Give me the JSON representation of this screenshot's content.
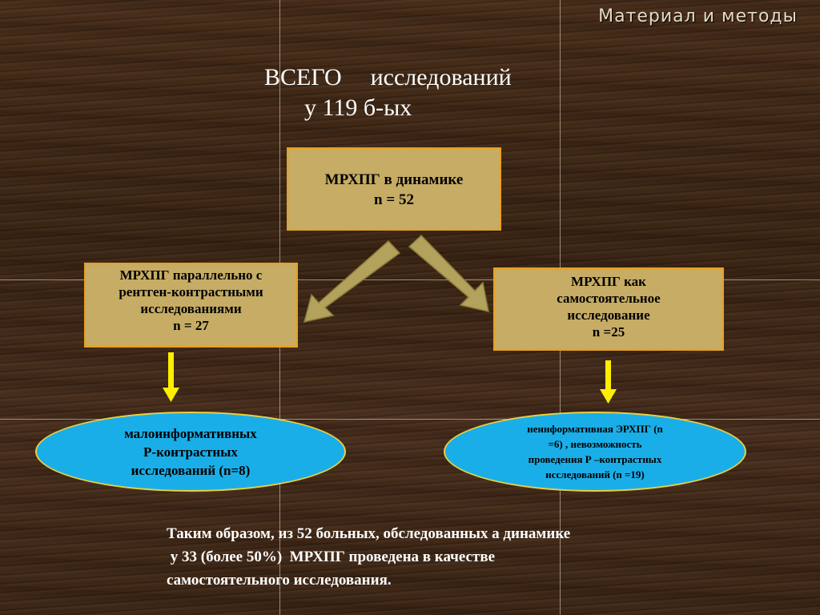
{
  "slide": {
    "title": "Материал и методы",
    "total_line1_a": "ВСЕГО",
    "total_line1_b": "исследований",
    "total_line2": "у 119 б-ых"
  },
  "nodes": {
    "top": {
      "line1": "МРХПГ в динамике",
      "line2": "n = 52"
    },
    "left": {
      "line1": "МРХПГ параллельно с",
      "line2": "рентген-контрастными",
      "line3": "исследованиями",
      "line4": "n = 27"
    },
    "right": {
      "line1": "МРХПГ как",
      "line2": "самостоятельное",
      "line3": "исследование",
      "line4": "n =25"
    },
    "left_result": {
      "line1": "малоинформативных",
      "line2": "Р-контрастных",
      "line3": "исследований (n=8)"
    },
    "right_result": {
      "line1": "неинформативная ЭРХПГ (n",
      "line2": "=6) , невозможность",
      "line3": "проведения  Р –контрастных",
      "line4": "исследований (n =19)"
    }
  },
  "conclusion": {
    "line1": "Таким образом, из 52 больных, обследованных а динамике",
    "line2": " у 33 (более 50%)  МРХПГ проведена в качестве",
    "line3": "самостоятельного исследования."
  },
  "colors": {
    "box_fill": "#c6ac64",
    "box_border": "#e8a020",
    "ellipse_fill": "#1aaee8",
    "ellipse_border": "#e8d040",
    "arrow_yellow": "#ffee00",
    "arrow_olive": "#b3a25c"
  }
}
